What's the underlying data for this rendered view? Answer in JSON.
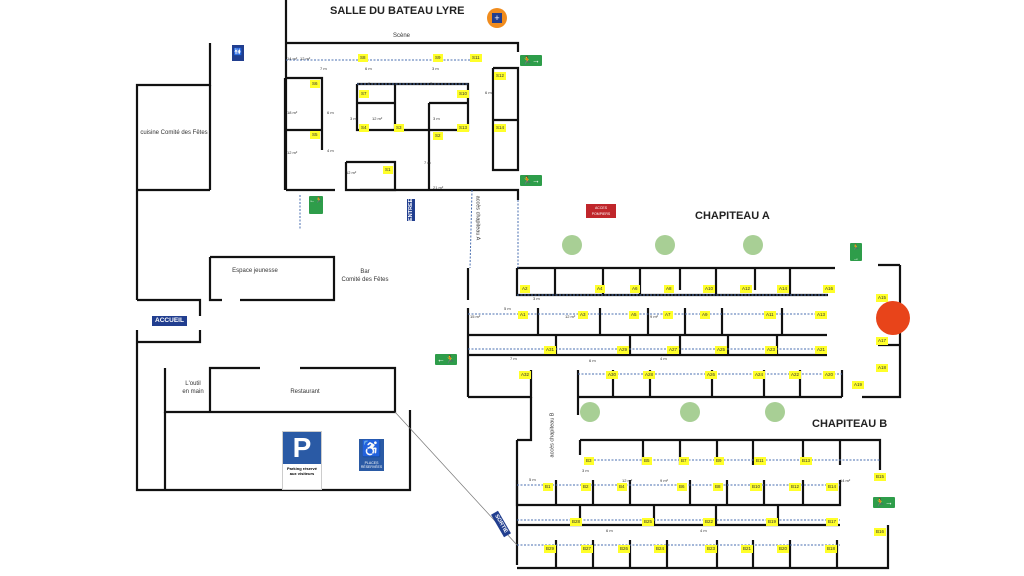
{
  "titles": {
    "salle": "SALLE DU BATEAU LYRE",
    "chapiteau_a": "CHAPITEAU A",
    "chapiteau_b": "CHAPITEAU B",
    "scene": "Scène"
  },
  "rooms": {
    "cuisine": "cuisine Comité des Fêtes",
    "espace_jeunesse": "Espace jeunesse",
    "bar_line1": "Bar",
    "bar_line2": "Comité des Fêtes",
    "outil_line1": "L'outil",
    "outil_line2": "en main",
    "restaurant": "Restaurant",
    "acces_a": "accès chapiteau A",
    "acces_b": "accès chapiteau B"
  },
  "signs": {
    "accueil": "ACCUEIL",
    "entree": "ENTREE",
    "sortie": "SORTIE",
    "acces_pompiers": "ACCES POMPIERS",
    "parking_letter": "P",
    "parking_text": "Parking réservé aux visiteurs",
    "handicap_text": "PLACES RÉSERVÉES",
    "exit_right": "🏃→",
    "exit_left": "←🏃"
  },
  "stalls": {
    "salle": [
      "S8",
      "S9",
      "S11",
      "S6",
      "S5",
      "S7",
      "S10",
      "S4",
      "S3",
      "S13",
      "S2",
      "S1",
      "S12",
      "S14"
    ],
    "chapiteau_a": [
      "A2",
      "A4",
      "A6",
      "A8",
      "A10",
      "A12",
      "A14",
      "A16",
      "A1",
      "A3",
      "A5",
      "A7",
      "A9",
      "A11",
      "A13",
      "A31",
      "A29",
      "A27",
      "A25",
      "A23",
      "A21",
      "A32",
      "A30",
      "A28",
      "A26",
      "A24",
      "A22",
      "A20",
      "A15",
      "A17",
      "A18",
      "A19"
    ],
    "chapiteau_b": [
      "B3",
      "B5",
      "B7",
      "B9",
      "B11",
      "B13",
      "B15",
      "B1",
      "B2",
      "B4",
      "B6",
      "B8",
      "B10",
      "B12",
      "B14",
      "B28",
      "B25",
      "B22",
      "B19",
      "B17",
      "B16",
      "B29",
      "B27",
      "B26",
      "B24",
      "B23",
      "B21",
      "B20",
      "B18"
    ]
  },
  "measures": {
    "salle": [
      "14 m²",
      "7 m",
      "12 m²",
      "6 m",
      "3 m",
      "3 m",
      "3 m",
      "18 m²",
      "6 m",
      "12 m²",
      "4 m",
      "12 m²",
      "3 m",
      "12 m²",
      "3 m",
      "6 m",
      "21 m²",
      "7 m"
    ],
    "a": [
      "3 m",
      "5 m",
      "15 m²",
      "12 m²",
      "9 m²",
      "7 m",
      "6 m",
      "4 m"
    ],
    "b": [
      "3 m",
      "5 m",
      "12 m²",
      "9 m²",
      "6 m",
      "4 m",
      "14 m²"
    ]
  },
  "colors": {
    "stall": "#ffff2a",
    "wall": "#111111",
    "exit": "#2e9d4a",
    "sign_blue": "#213e8f",
    "marker": "#e8441a",
    "tree": "#8fbf7a"
  }
}
